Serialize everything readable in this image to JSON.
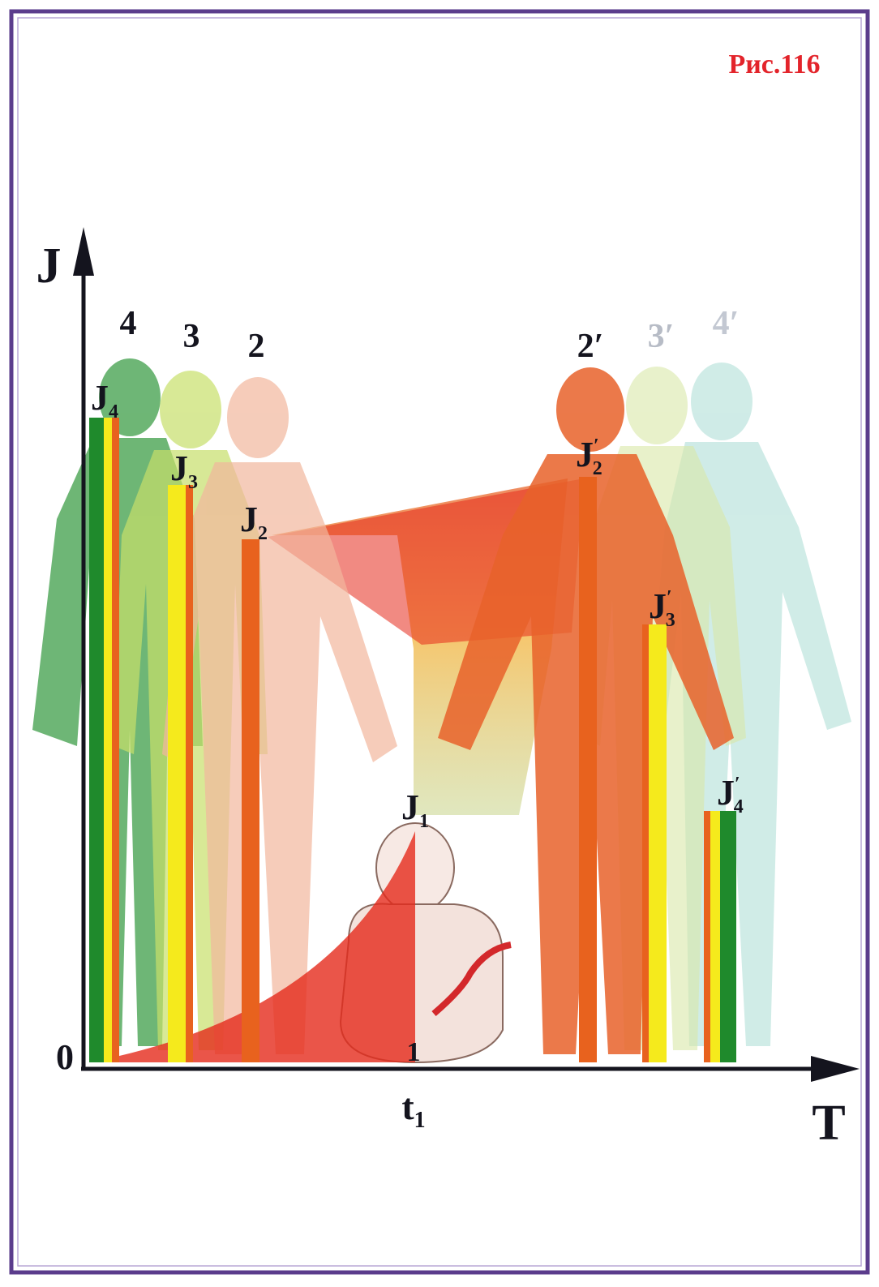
{
  "figure_label": "Рис.116",
  "axes": {
    "y_label": "J",
    "x_label": "T",
    "origin_label": "0",
    "t_label": "t",
    "t_sub": "1"
  },
  "figures": {
    "left": [
      {
        "number": "4",
        "color": "#3e9e48"
      },
      {
        "number": "3",
        "color": "#c7df6a"
      },
      {
        "number": "2",
        "color": "#f2a88d"
      }
    ],
    "right": [
      {
        "number": "2′",
        "color": "#e8622a"
      },
      {
        "number": "3′",
        "color": "#d9e8a8"
      },
      {
        "number": "4′",
        "color": "#a9dcd4"
      }
    ],
    "baby": {
      "number": "1"
    }
  },
  "levels": {
    "J4": {
      "base": "J",
      "sub": "4"
    },
    "J3": {
      "base": "J",
      "sub": "3"
    },
    "J2": {
      "base": "J",
      "sub": "2"
    },
    "J1": {
      "base": "J",
      "sub": "1"
    },
    "J2p": {
      "base": "J",
      "sub": "2",
      "prime": "′"
    },
    "J3p": {
      "base": "J",
      "sub": "3",
      "prime": "′"
    },
    "J4p": {
      "base": "J",
      "sub": "4",
      "prime": "′"
    }
  },
  "colors": {
    "green": "#1f8a2c",
    "yellow": "#f5ea1c",
    "orange": "#e8621e",
    "red": "#e52a1c",
    "label_red": "#e3242b",
    "frame": "#5b3c8c"
  }
}
